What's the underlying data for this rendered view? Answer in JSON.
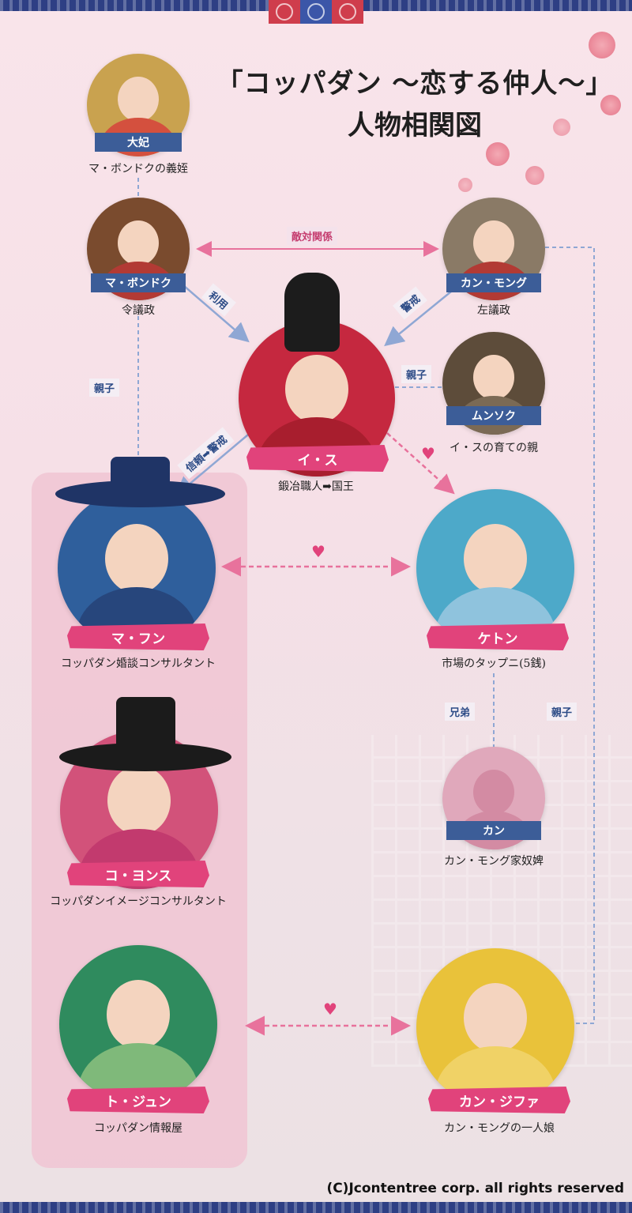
{
  "title": {
    "line1": "「コッパダン ～恋する仲人～」",
    "line2": "人物相関図"
  },
  "characters": {
    "daebi": {
      "name": "大妃",
      "caption": "マ・ボンドクの義姪"
    },
    "ma_bondeok": {
      "name": "マ・ボンドク",
      "caption": "令議政"
    },
    "kang_mongu": {
      "name": "カン・モング",
      "caption": "左議政"
    },
    "i_su": {
      "name": "イ・ス",
      "caption": "鍛冶職人➡国王"
    },
    "munsok": {
      "name": "ムンソク",
      "caption": "イ・スの育ての親"
    },
    "ma_hun": {
      "name": "マ・フン",
      "caption": "コッパダン婚談コンサルタント"
    },
    "gaeddong": {
      "name": "ケトン",
      "caption": "市場のタップニ(5銭)"
    },
    "ko_yeongsu": {
      "name": "コ・ヨンス",
      "caption": "コッパダンイメージコンサルタント"
    },
    "kang": {
      "name": "カン",
      "caption": "カン・モング家奴婢"
    },
    "do_jun": {
      "name": "ト・ジュン",
      "caption": "コッパダン情報屋"
    },
    "kang_jihwa": {
      "name": "カン・ジファ",
      "caption": "カン・モングの一人娘"
    }
  },
  "relations": {
    "rivals": "敵対関係",
    "uses": "利用",
    "wary": "警戒",
    "parent_child_1": "親子",
    "parent_child_2": "親子",
    "parent_child_3": "親子",
    "trust_wary": "信頼➡警戒",
    "siblings": "兄弟",
    "heart1": "♥",
    "heart2": "♥",
    "heart3": "♥"
  },
  "copyright": "(C)Jcontentree corp. all rights reserved",
  "colors": {
    "accent_pink": "#e1437b",
    "accent_blue": "#3c5d98",
    "dashed_blue": "#8fa7d4",
    "arrow_pink": "#e8729c",
    "bar_navy": "#2e3f84"
  }
}
